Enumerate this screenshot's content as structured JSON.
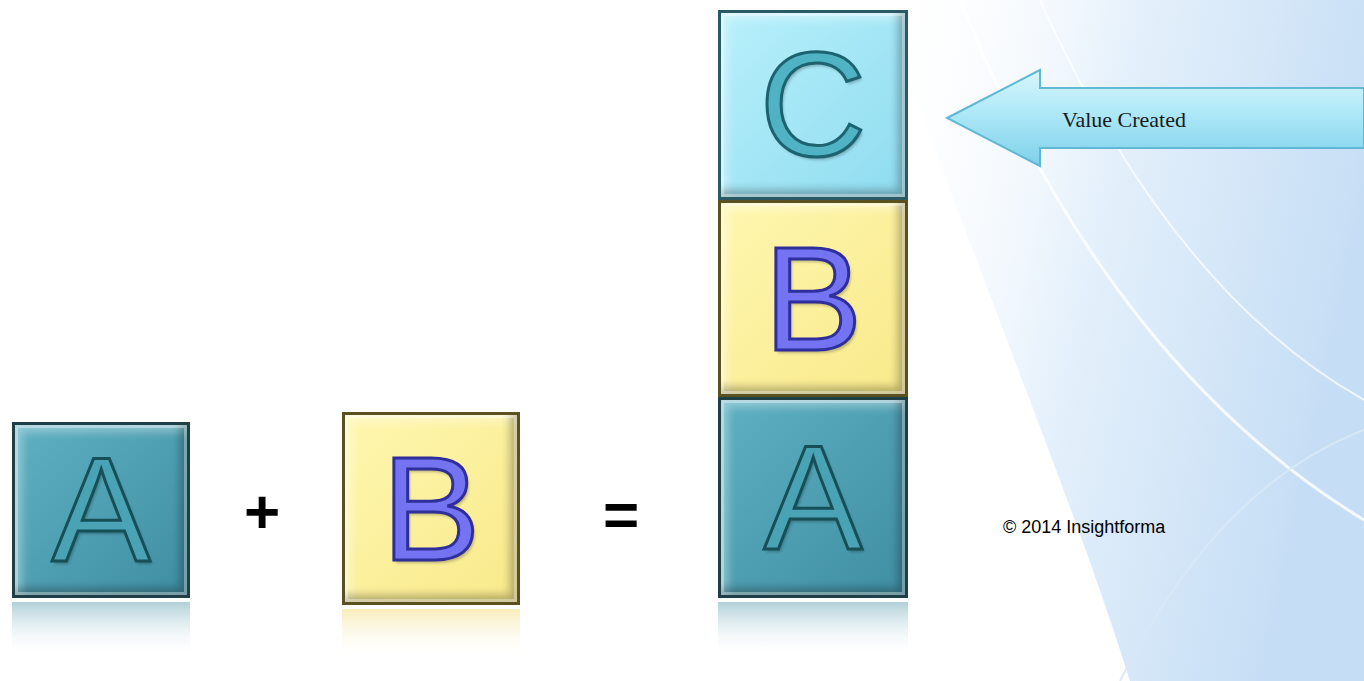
{
  "diagram": {
    "nodes": [
      {
        "text": [
          "A"
        ]
      },
      {
        "text": [
          "B"
        ]
      },
      {
        "text": [
          "C"
        ]
      },
      {
        "text": [
          "B"
        ]
      },
      {
        "text": [
          "A"
        ]
      },
      {
        "text": [
          "Value Created"
        ]
      }
    ],
    "labels": [
      "+",
      "=",
      "© 2014 Insightforma"
    ]
  }
}
